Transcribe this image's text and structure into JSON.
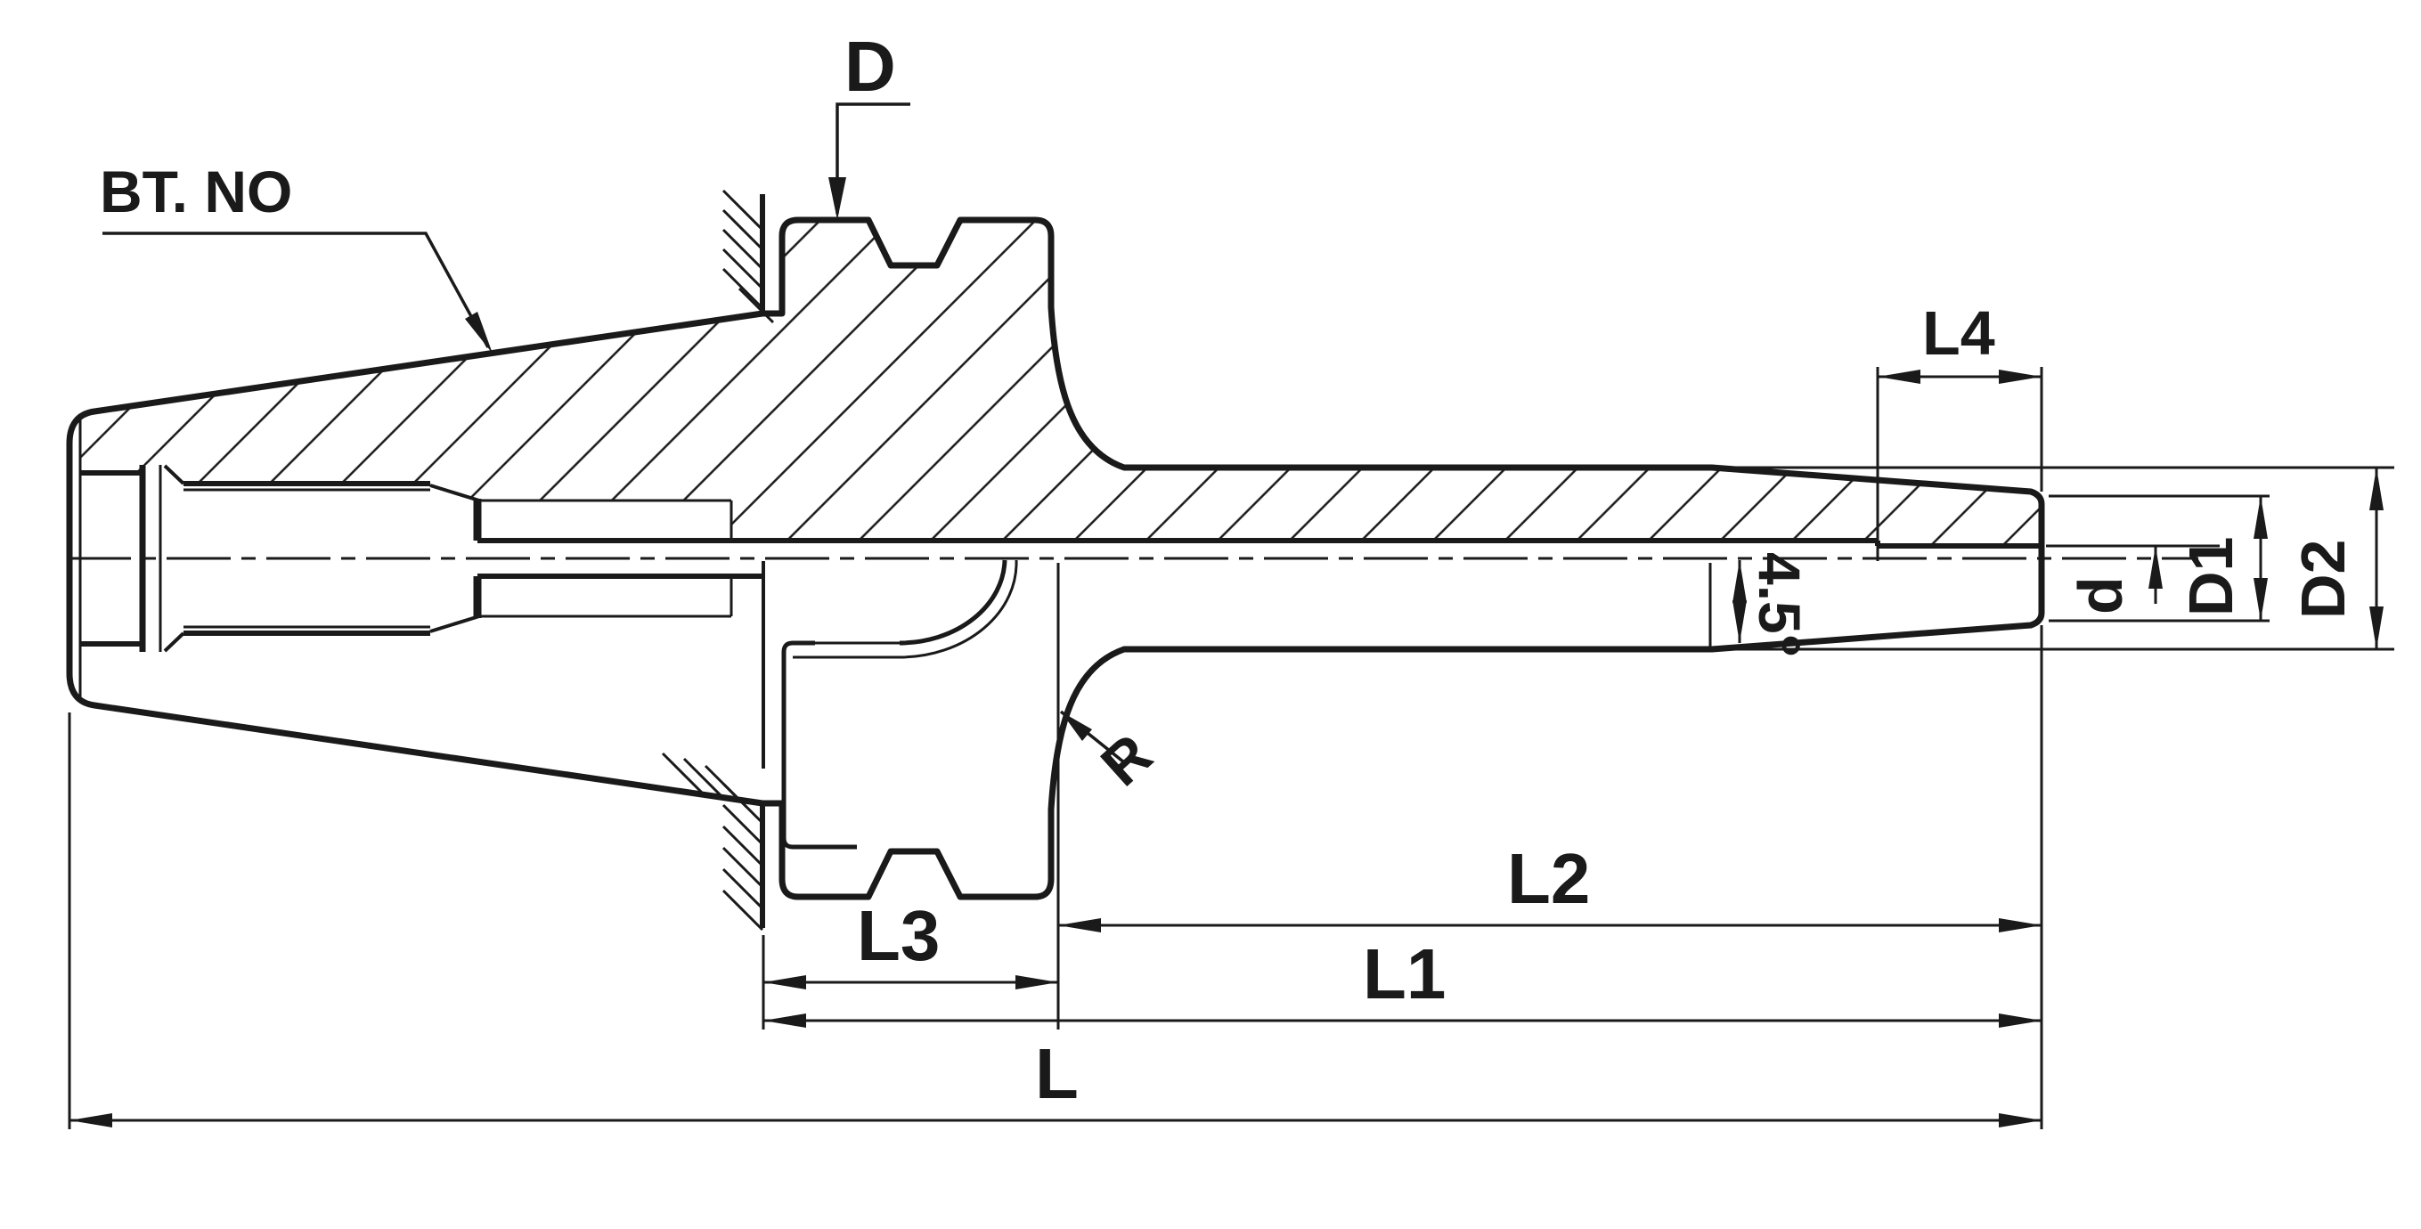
{
  "drawing": {
    "kind": "tool-holder-dimension-diagram",
    "labels": {
      "bt_no": "BT. NO",
      "d_top": "D",
      "l4": "L4",
      "d_small": "d",
      "d1": "D1",
      "d2": "D2",
      "angle": "4.5°",
      "r": "R",
      "l3": "L3",
      "l2": "L2",
      "l1": "L1",
      "l": "L"
    },
    "colors": {
      "line": "#1a1a1a",
      "background": "#ffffff"
    }
  }
}
